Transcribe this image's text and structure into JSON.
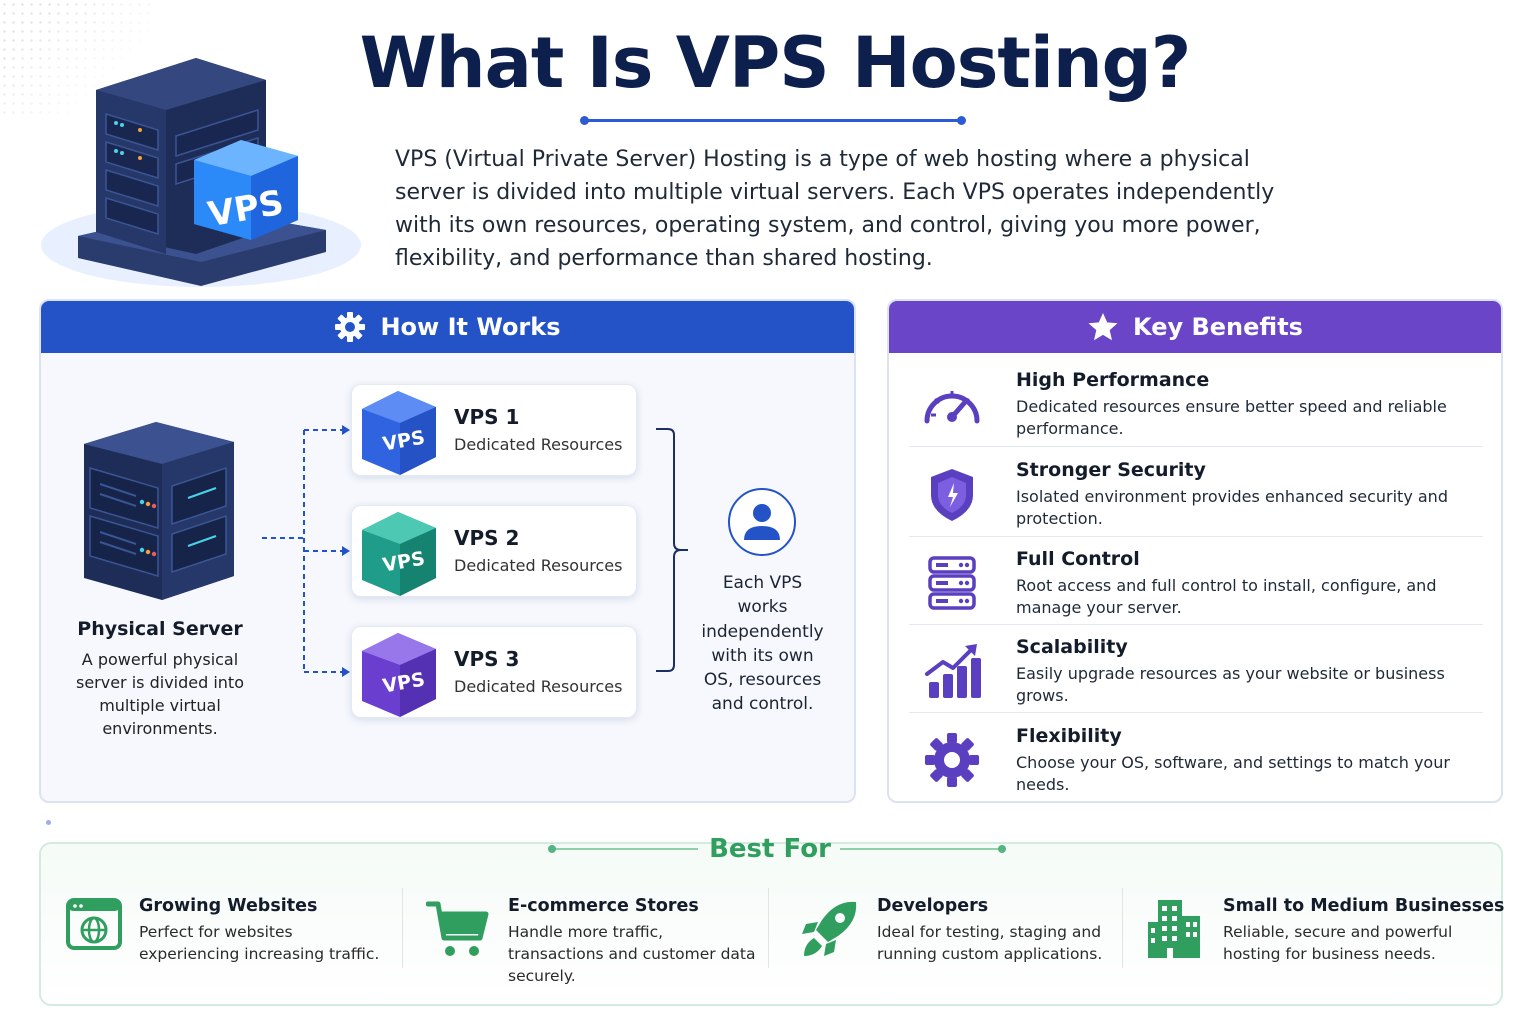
{
  "header": {
    "title": "What Is VPS Hosting?",
    "intro": "VPS (Virtual Private Server) Hosting is a type of web hosting where a physical server is divided into multiple virtual servers. Each VPS operates independently with its own resources, operating system, and control, giving you more power, flexibility, and performance than shared hosting.",
    "hero_badge": "VPS"
  },
  "how_it_works": {
    "title": "How It Works",
    "physical_server": {
      "label": "Physical Server",
      "description": "A powerful physical server is divided into multiple virtual environments."
    },
    "vps": [
      {
        "name": "VPS 1",
        "sub": "Dedicated Resources",
        "cube_label": "VPS",
        "color": "#2f63e0"
      },
      {
        "name": "VPS 2",
        "sub": "Dedicated Resources",
        "cube_label": "VPS",
        "color": "#1f9d8a"
      },
      {
        "name": "VPS 3",
        "sub": "Dedicated Resources",
        "cube_label": "VPS",
        "color": "#6a3fd0"
      }
    ],
    "each_vps": "Each VPS works independently with its own OS, resources and control."
  },
  "key_benefits": {
    "title": "Key Benefits",
    "items": [
      {
        "title": "High Performance",
        "desc": "Dedicated resources ensure better speed and reliable performance.",
        "icon": "speedometer-icon"
      },
      {
        "title": "Stronger Security",
        "desc": "Isolated environment provides enhanced security and protection.",
        "icon": "shield-icon"
      },
      {
        "title": "Full Control",
        "desc": "Root access and full control to install, configure, and manage your server.",
        "icon": "server-stack-icon"
      },
      {
        "title": "Scalability",
        "desc": "Easily upgrade resources as your website or business grows.",
        "icon": "growth-chart-icon"
      },
      {
        "title": "Flexibility",
        "desc": "Choose your OS, software, and settings to match your needs.",
        "icon": "gear-icon"
      }
    ]
  },
  "best_for": {
    "title": "Best For",
    "items": [
      {
        "title": "Growing Websites",
        "desc": "Perfect for websites experiencing increasing traffic.",
        "icon": "browser-globe-icon"
      },
      {
        "title": "E-commerce Stores",
        "desc": "Handle more traffic, transactions and customer data securely.",
        "icon": "cart-icon"
      },
      {
        "title": "Developers",
        "desc": "Ideal for testing, staging and running custom applications.",
        "icon": "rocket-icon"
      },
      {
        "title": "Small to Medium Businesses",
        "desc": "Reliable, secure and powerful hosting for business needs.",
        "icon": "building-icon"
      }
    ]
  },
  "colors": {
    "navy": "#0c1f4d",
    "blue": "#2453c8",
    "purple": "#6a45c8",
    "green": "#2f9e5e"
  }
}
